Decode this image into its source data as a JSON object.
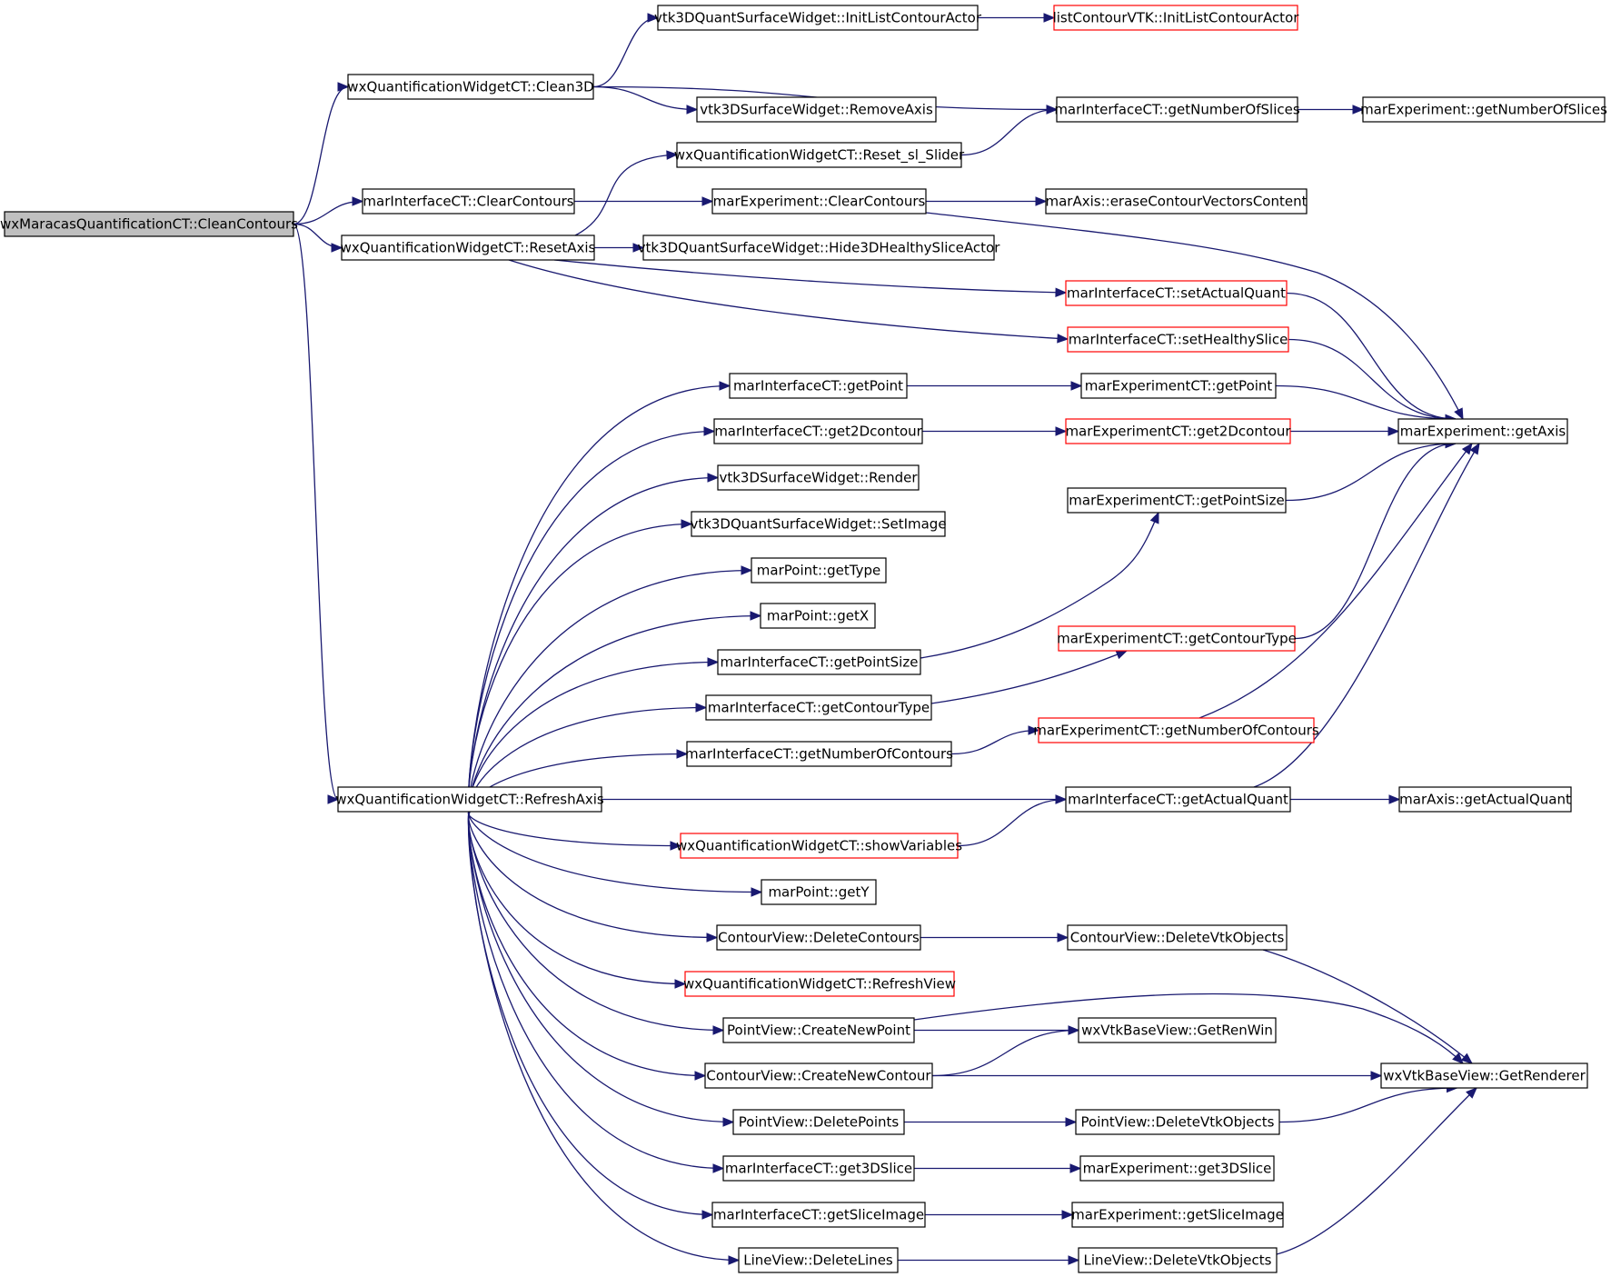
{
  "colors": {
    "edge": "#191970",
    "node_border": "#000000",
    "node_border_incomplete": "#ff0000",
    "root_fill": "#bfbfbf"
  },
  "nodes": {
    "n0": {
      "label": "wxMaracasQuantificationCT::CleanContours",
      "style": "root"
    },
    "n1": {
      "label": "wxQuantificationWidgetCT::Clean3D",
      "style": "normal"
    },
    "n2": {
      "label": "vtk3DQuantSurfaceWidget::InitListContourActor",
      "style": "normal"
    },
    "n3": {
      "label": "listContourVTK::InitListContourActor",
      "style": "red"
    },
    "n4": {
      "label": "marInterfaceCT::getNumberOfSlices",
      "style": "normal"
    },
    "n5": {
      "label": "marExperiment::getNumberOfSlices",
      "style": "normal"
    },
    "n6": {
      "label": "vtk3DSurfaceWidget::RemoveAxis",
      "style": "normal"
    },
    "n7": {
      "label": "wxQuantificationWidgetCT::Reset_sl_Slider",
      "style": "normal"
    },
    "n8": {
      "label": "marInterfaceCT::ClearContours",
      "style": "normal"
    },
    "n9": {
      "label": "marExperiment::ClearContours",
      "style": "normal"
    },
    "n10": {
      "label": "marAxis::eraseContourVectorsContent",
      "style": "normal"
    },
    "n11": {
      "label": "wxQuantificationWidgetCT::ResetAxis",
      "style": "normal"
    },
    "n12": {
      "label": "vtk3DQuantSurfaceWidget::Hide3DHealthySliceActor",
      "style": "normal"
    },
    "n13": {
      "label": "marInterfaceCT::setActualQuant",
      "style": "red"
    },
    "n14": {
      "label": "marInterfaceCT::setHealthySlice",
      "style": "red"
    },
    "n15": {
      "label": "marInterfaceCT::getPoint",
      "style": "normal"
    },
    "n16": {
      "label": "marExperimentCT::getPoint",
      "style": "normal"
    },
    "n17": {
      "label": "marExperiment::getAxis",
      "style": "normal"
    },
    "n18": {
      "label": "marInterfaceCT::get2Dcontour",
      "style": "normal"
    },
    "n19": {
      "label": "marExperimentCT::get2Dcontour",
      "style": "red"
    },
    "n20": {
      "label": "vtk3DSurfaceWidget::Render",
      "style": "normal"
    },
    "n21": {
      "label": "marExperimentCT::getPointSize",
      "style": "normal"
    },
    "n22": {
      "label": "vtk3DQuantSurfaceWidget::SetImage",
      "style": "normal"
    },
    "n23": {
      "label": "marPoint::getType",
      "style": "normal"
    },
    "n24": {
      "label": "marPoint::getX",
      "style": "normal"
    },
    "n25": {
      "label": "marExperimentCT::getContourType",
      "style": "red"
    },
    "n26": {
      "label": "marInterfaceCT::getPointSize",
      "style": "normal"
    },
    "n27": {
      "label": "marInterfaceCT::getContourType",
      "style": "normal"
    },
    "n28": {
      "label": "marExperimentCT::getNumberOfContours",
      "style": "red"
    },
    "n29": {
      "label": "marInterfaceCT::getNumberOfContours",
      "style": "normal"
    },
    "n30": {
      "label": "wxQuantificationWidgetCT::RefreshAxis",
      "style": "normal"
    },
    "n31": {
      "label": "marInterfaceCT::getActualQuant",
      "style": "normal"
    },
    "n32": {
      "label": "marAxis::getActualQuant",
      "style": "normal"
    },
    "n33": {
      "label": "wxQuantificationWidgetCT::showVariables",
      "style": "red"
    },
    "n34": {
      "label": "marPoint::getY",
      "style": "normal"
    },
    "n35": {
      "label": "ContourView::DeleteContours",
      "style": "normal"
    },
    "n36": {
      "label": "ContourView::DeleteVtkObjects",
      "style": "normal"
    },
    "n37": {
      "label": "wxQuantificationWidgetCT::RefreshView",
      "style": "red"
    },
    "n38": {
      "label": "PointView::CreateNewPoint",
      "style": "normal"
    },
    "n39": {
      "label": "wxVtkBaseView::GetRenWin",
      "style": "normal"
    },
    "n40": {
      "label": "ContourView::CreateNewContour",
      "style": "normal"
    },
    "n41": {
      "label": "wxVtkBaseView::GetRenderer",
      "style": "normal"
    },
    "n42": {
      "label": "PointView::DeletePoints",
      "style": "normal"
    },
    "n43": {
      "label": "PointView::DeleteVtkObjects",
      "style": "normal"
    },
    "n44": {
      "label": "marInterfaceCT::get3DSlice",
      "style": "normal"
    },
    "n45": {
      "label": "marExperiment::get3DSlice",
      "style": "normal"
    },
    "n46": {
      "label": "marInterfaceCT::getSliceImage",
      "style": "normal"
    },
    "n47": {
      "label": "marExperiment::getSliceImage",
      "style": "normal"
    },
    "n48": {
      "label": "LineView::DeleteLines",
      "style": "normal"
    },
    "n49": {
      "label": "LineView::DeleteVtkObjects",
      "style": "normal"
    }
  },
  "edges": [
    [
      "n0",
      "n1"
    ],
    [
      "n0",
      "n8"
    ],
    [
      "n0",
      "n11"
    ],
    [
      "n0",
      "n30"
    ],
    [
      "n1",
      "n2"
    ],
    [
      "n1",
      "n4"
    ],
    [
      "n1",
      "n6"
    ],
    [
      "n2",
      "n3"
    ],
    [
      "n4",
      "n5"
    ],
    [
      "n7",
      "n4"
    ],
    [
      "n8",
      "n9"
    ],
    [
      "n9",
      "n10"
    ],
    [
      "n9",
      "n17"
    ],
    [
      "n11",
      "n7"
    ],
    [
      "n11",
      "n12"
    ],
    [
      "n11",
      "n13"
    ],
    [
      "n11",
      "n14"
    ],
    [
      "n13",
      "n17"
    ],
    [
      "n14",
      "n17"
    ],
    [
      "n15",
      "n16"
    ],
    [
      "n16",
      "n17"
    ],
    [
      "n18",
      "n19"
    ],
    [
      "n19",
      "n17"
    ],
    [
      "n21",
      "n17"
    ],
    [
      "n25",
      "n17"
    ],
    [
      "n28",
      "n17"
    ],
    [
      "n31",
      "n17"
    ],
    [
      "n26",
      "n21"
    ],
    [
      "n27",
      "n25"
    ],
    [
      "n29",
      "n28"
    ],
    [
      "n31",
      "n32"
    ],
    [
      "n33",
      "n31"
    ],
    [
      "n30",
      "n15"
    ],
    [
      "n30",
      "n18"
    ],
    [
      "n30",
      "n20"
    ],
    [
      "n30",
      "n22"
    ],
    [
      "n30",
      "n23"
    ],
    [
      "n30",
      "n24"
    ],
    [
      "n30",
      "n26"
    ],
    [
      "n30",
      "n27"
    ],
    [
      "n30",
      "n29"
    ],
    [
      "n30",
      "n31"
    ],
    [
      "n30",
      "n33"
    ],
    [
      "n30",
      "n34"
    ],
    [
      "n30",
      "n35"
    ],
    [
      "n30",
      "n37"
    ],
    [
      "n30",
      "n38"
    ],
    [
      "n30",
      "n40"
    ],
    [
      "n30",
      "n42"
    ],
    [
      "n30",
      "n44"
    ],
    [
      "n30",
      "n46"
    ],
    [
      "n30",
      "n48"
    ],
    [
      "n35",
      "n36"
    ],
    [
      "n36",
      "n41"
    ],
    [
      "n38",
      "n39"
    ],
    [
      "n38",
      "n41"
    ],
    [
      "n40",
      "n39"
    ],
    [
      "n40",
      "n41"
    ],
    [
      "n42",
      "n43"
    ],
    [
      "n43",
      "n41"
    ],
    [
      "n44",
      "n45"
    ],
    [
      "n46",
      "n47"
    ],
    [
      "n48",
      "n49"
    ],
    [
      "n49",
      "n41"
    ]
  ]
}
